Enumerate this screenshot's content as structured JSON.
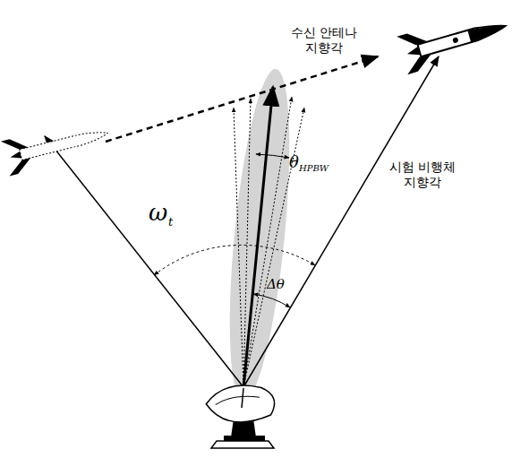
{
  "diagram": {
    "labels": [
      "수신 안테나 지향각",
      "시험 비행체 지향각",
      "ω",
      "t",
      "θ",
      "HPBW",
      "Δθ"
    ]
  }
}
